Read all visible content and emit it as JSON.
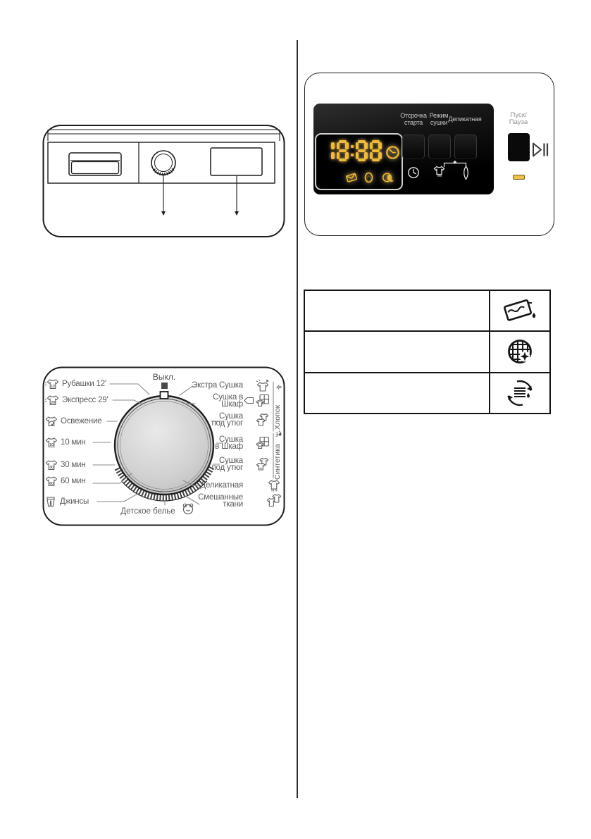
{
  "colors": {
    "amber": "#EFB93C",
    "led": "#F0C04A",
    "line_art": "#1C1C1C",
    "label_gray": "#5A5A5A",
    "panel_text": "#C6C6C6"
  },
  "machine_top_diagram": {
    "icons": [
      "detergent-drawer",
      "program-knob",
      "display-window",
      "arrow-down",
      "arrow-down"
    ]
  },
  "dial": {
    "off_label": "Выкл.",
    "left_programs": [
      {
        "label": "Рубашки 12'",
        "badge": "12"
      },
      {
        "label": "Экспресс 29'",
        "badge": "29"
      },
      {
        "label": "Освежение",
        "badge": ""
      },
      {
        "label": "10 мин",
        "badge": "10"
      },
      {
        "label": "30 мин",
        "badge": "30"
      },
      {
        "label": "60 мин",
        "badge": "60"
      },
      {
        "label": "Джинсы",
        "badge": ""
      }
    ],
    "right_programs": [
      {
        "label": "Экстра Сушка"
      },
      {
        "label": "Сушка в\nШкаф"
      },
      {
        "label": "Сушка\nпод утюг"
      },
      {
        "label": "Сушка\nв Шкаф"
      },
      {
        "label": "Сушка\nпод утюг"
      },
      {
        "label": "Деликатная"
      },
      {
        "label": "Смешанные\nткани"
      }
    ],
    "bottom_program": {
      "label": "Детское белье"
    },
    "groups": [
      {
        "label": "Хлопок",
        "symbol": "⚘"
      },
      {
        "label": "Синтетика",
        "symbol": "⚗"
      }
    ]
  },
  "control_panel": {
    "display": {
      "value": "18:88"
    },
    "indicator_icons": [
      "prewash-indicator-icon",
      "drop-indicator-icon",
      "extra-time-indicator-icon",
      "time-clock-icon"
    ],
    "buttons": [
      {
        "label": "Отсрочка\nстарта"
      },
      {
        "label": "Режим\nсушки"
      },
      {
        "label": "Деликатная"
      }
    ],
    "button_icons": [
      "delay-clock-icon",
      "dryness-shirt-icon",
      "bracket-marker-icon",
      "delicate-leaf-icon"
    ],
    "start_button": {
      "label": "Пуск/\nПауза",
      "icon": "play-pause-icon"
    }
  },
  "maintenance_table": {
    "rows": [
      {
        "icon": "drain-water-container-icon"
      },
      {
        "icon": "clean-filter-icon"
      },
      {
        "icon": "rinse-condenser-icon"
      }
    ]
  }
}
